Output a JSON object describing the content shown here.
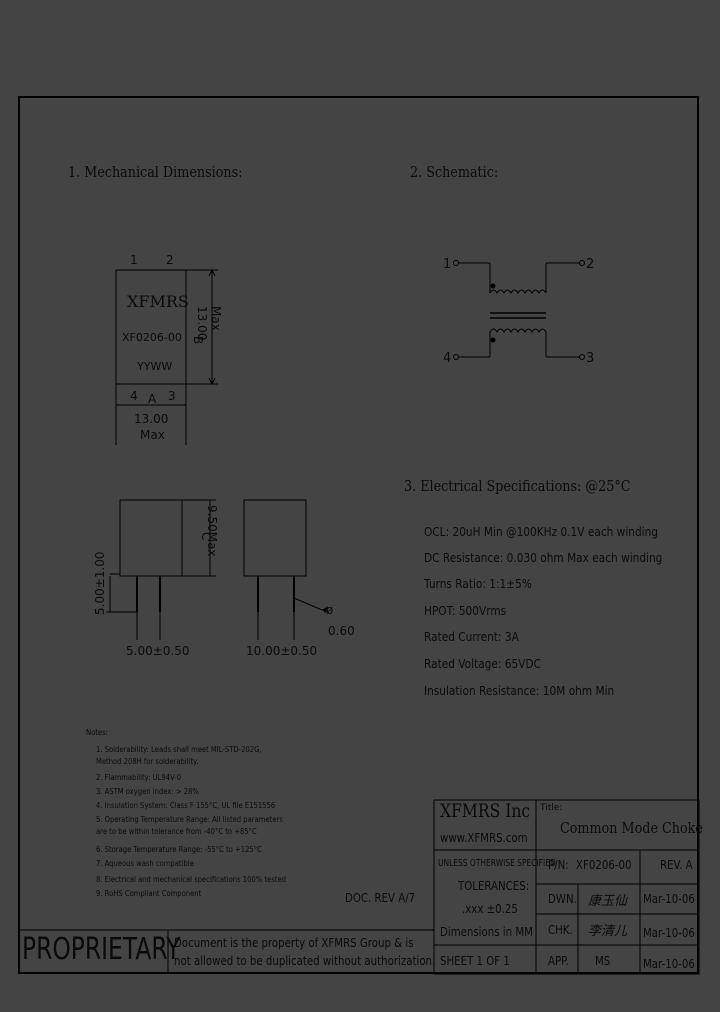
{
  "sections": {
    "mechanical": "1. Mechanical Dimensions:",
    "schematic": "2. Schematic:",
    "electrical": "3. Electrical   Specifications: @25°C"
  },
  "top_view": {
    "pin1": "1",
    "pin2": "2",
    "pin3": "3",
    "pin4": "4",
    "brand": "XFMRS",
    "part": "XF0206-00",
    "date": "YYWW",
    "dim_a": "A",
    "dim_a_value": "13.00",
    "dim_a_max": "Max",
    "dim_b": "B",
    "dim_b_value": "13.00",
    "dim_b_max": "Max"
  },
  "side_view": {
    "dim_c": "C",
    "dim_c_value": "9.50Max",
    "lead_length": "5.00±1.00",
    "pitch_1": "5.00±0.50",
    "pitch_2": "10.00±0.50",
    "phi": "ø",
    "lead_dia": "0.60"
  },
  "schematic_pins": {
    "p1": "1",
    "p2": "2",
    "p3": "3",
    "p4": "4"
  },
  "specs": [
    "OCL: 20uH Min @100KHz 0.1V   each winding",
    "DC Resistance: 0.030 ohm Max each winding",
    "Turns Ratio: 1:1±5%",
    "HPOT: 500Vrms",
    "Rated Current: 3A",
    "Rated Voltage: 65VDC",
    "Insulation Resistance: 10M ohm Min"
  ],
  "notes": {
    "title": "Notes:",
    "items": [
      "1. Solderability: Leads shall meet MIL-STD-202G,",
      "    Method 208H for solderability.",
      "2. Flammability: UL94V-0",
      "3. ASTM oxygen index: > 28%",
      "4. Insulation System: Class F 155°C, UL file E151556",
      "5. Operating Temperature Range: All listed parameters",
      "    are to be within tolerance from -40°C to +85°C",
      "6. Storage Temperature Range: -55°C to +125°C",
      "7. Aqueous wash compatible",
      "8. Electrical and mechanical specifications 100% tested",
      "9. RoHS Compliant Component"
    ]
  },
  "doc_rev": "DOC. REV A/7",
  "title_block": {
    "company": "XFMRS Inc",
    "website": "www.XFMRS.com",
    "title_label": "Title:",
    "title": "Common Mode Choke",
    "tolerance_1": "UNLESS OTHERWISE SPECIFIED",
    "tolerance_2": "TOLERANCES:",
    "tolerance_3": ".xxx ±0.25",
    "tolerance_4": "Dimensions in MM",
    "pn_label": "P/N:",
    "pn": "XF0206-00",
    "rev": "REV. A",
    "dwn_label": "DWN.",
    "dwn_sign": "康玉仙",
    "dwn_date": "Mar-10-06",
    "chk_label": "CHK.",
    "chk_sign": "李清儿",
    "chk_date": "Mar-10-06",
    "app_label": "APP.",
    "app_name": "MS",
    "app_date": "Mar-10-06",
    "sheet": "SHEET  1  OF  1"
  },
  "proprietary": {
    "label": "PROPRIETARY",
    "line1": "Document is the property of XFMRS Group & is",
    "line2": "not allowed to be duplicated without authorization."
  }
}
